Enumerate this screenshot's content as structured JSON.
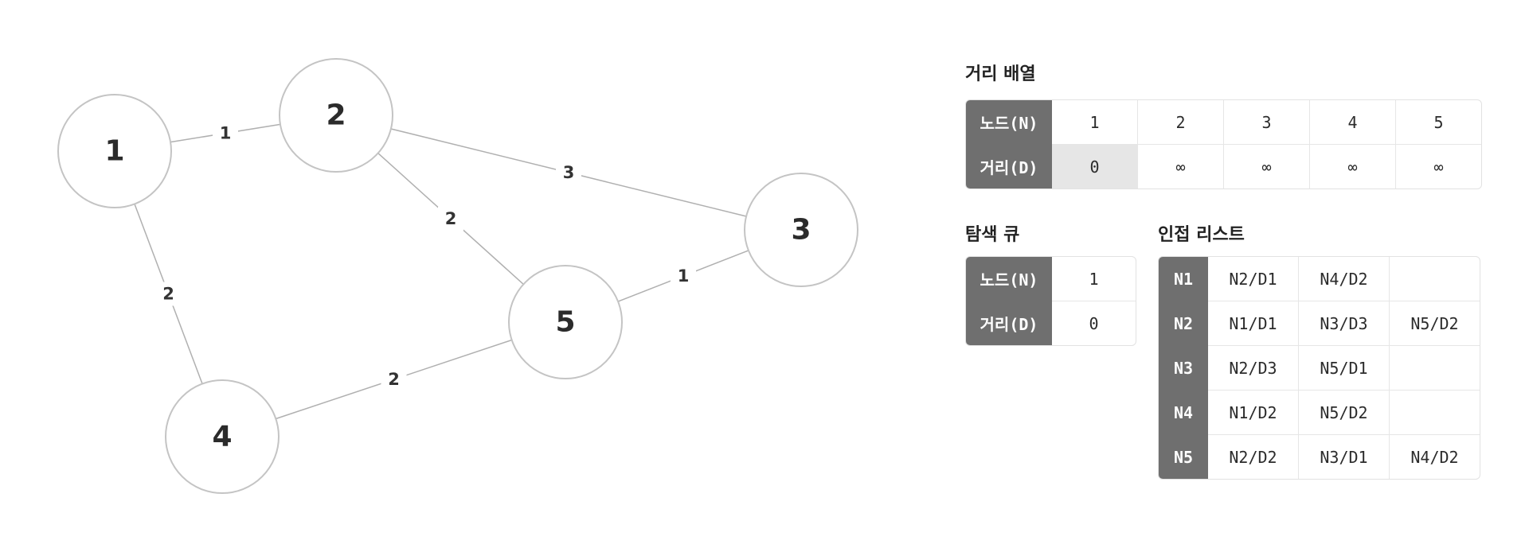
{
  "graph": {
    "nodes": [
      {
        "id": "1",
        "label": "1"
      },
      {
        "id": "2",
        "label": "2"
      },
      {
        "id": "3",
        "label": "3"
      },
      {
        "id": "4",
        "label": "4"
      },
      {
        "id": "5",
        "label": "5"
      }
    ],
    "edges": [
      {
        "from": "1",
        "to": "2",
        "weight": "1"
      },
      {
        "from": "2",
        "to": "3",
        "weight": "3"
      },
      {
        "from": "2",
        "to": "5",
        "weight": "2"
      },
      {
        "from": "1",
        "to": "4",
        "weight": "2"
      },
      {
        "from": "5",
        "to": "3",
        "weight": "1"
      },
      {
        "from": "4",
        "to": "5",
        "weight": "2"
      }
    ]
  },
  "distance_array": {
    "title": "거리 배열",
    "row_header_node": "노드(N)",
    "row_header_dist": "거리(D)",
    "nodes": [
      "1",
      "2",
      "3",
      "4",
      "5"
    ],
    "distances": [
      "0",
      "∞",
      "∞",
      "∞",
      "∞"
    ],
    "highlighted_index": 0
  },
  "search_queue": {
    "title": "탐색 큐",
    "row_header_node": "노드(N)",
    "row_header_dist": "거리(D)",
    "node": "1",
    "distance": "0"
  },
  "adjacency_list": {
    "title": "인접 리스트",
    "rows": [
      {
        "node": "N1",
        "entries": [
          "N2/D1",
          "N4/D2",
          ""
        ]
      },
      {
        "node": "N2",
        "entries": [
          "N1/D1",
          "N3/D3",
          "N5/D2"
        ]
      },
      {
        "node": "N3",
        "entries": [
          "N2/D3",
          "N5/D1",
          ""
        ]
      },
      {
        "node": "N4",
        "entries": [
          "N1/D2",
          "N5/D2",
          ""
        ]
      },
      {
        "node": "N5",
        "entries": [
          "N2/D2",
          "N3/D1",
          "N4/D2"
        ]
      }
    ]
  },
  "colors": {
    "header_bg": "#6f6f6f",
    "highlight_bg": "#e6e6e6",
    "node_stroke": "#c4c4c4",
    "edge_stroke": "#b0b0b0"
  }
}
